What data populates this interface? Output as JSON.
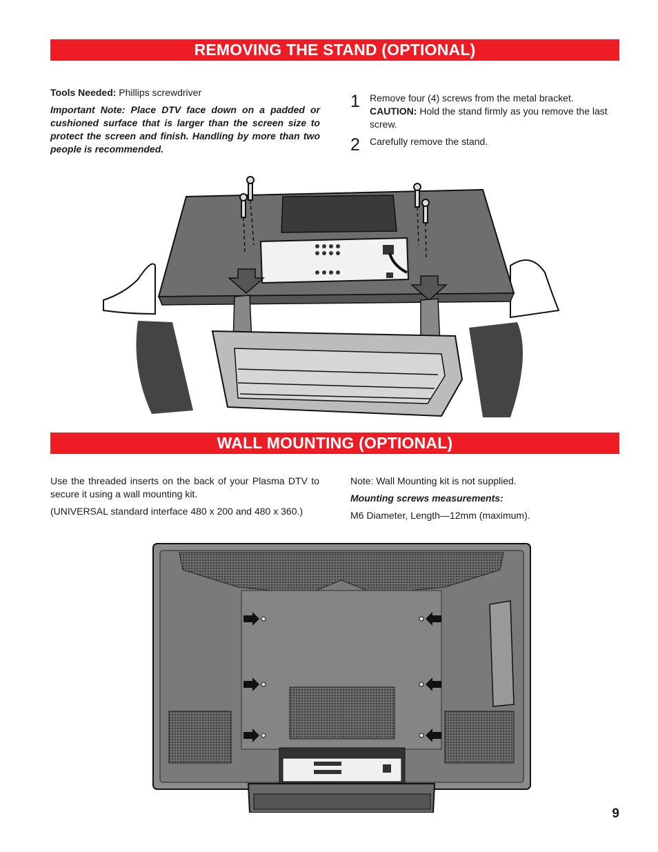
{
  "section1": {
    "title": "REMOVING THE STAND (OPTIONAL)",
    "tools_label": "Tools Needed:",
    "tools_value": " Phillips screwdriver",
    "important_note": "Important Note: Place DTV face down on a padded or cushioned surface that is larger than the screen size to protect the screen and finish. Handling by more than two people is recommended.",
    "steps": [
      {
        "number": "1",
        "text": "Remove four (4) screws from the metal bracket.",
        "caution_label": "CAUTION:",
        "caution_text": " Hold the stand firmly as you remove the last screw."
      },
      {
        "number": "2",
        "text": "Carefully remove the stand."
      }
    ]
  },
  "section2": {
    "title": "WALL MOUNTING (OPTIONAL)",
    "para1": "Use the threaded inserts on the back of your Plasma DTV to secure it using a wall mounting kit.",
    "para2": "(UNIVERSAL standard interface 480 x 200 and 480 x 360.)",
    "note": "Note: Wall Mounting kit is not supplied.",
    "screws_heading": "Mounting screws measurements:",
    "screws_value": "M6 Diameter, Length—12mm (maximum)."
  },
  "page_number": "9",
  "colors": {
    "banner": "#ee1c25",
    "text": "#1a1a1a"
  }
}
